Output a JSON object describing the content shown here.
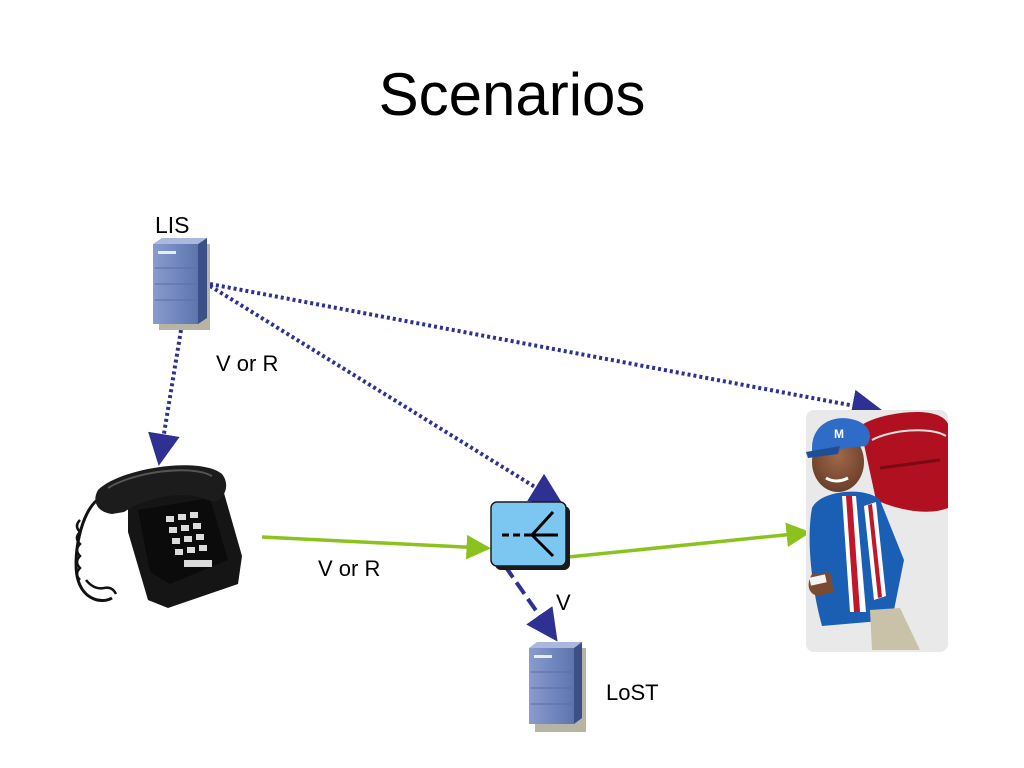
{
  "title": "Scenarios",
  "labels": {
    "lis": "LIS",
    "lis_to_phone": "V or R",
    "phone_to_router": "V or R",
    "router_to_lost": "V",
    "lost": "LoST"
  },
  "colors": {
    "dotted_arrow": "#2e3192",
    "green_arrow": "#8cc21e",
    "server_body": "#6f86bd",
    "router_fill": "#7cc6f2"
  },
  "icons": {
    "lis_server": "server-icon",
    "lost_server": "server-icon",
    "telephone": "telephone-icon",
    "router": "router-icon",
    "person": "delivery-person-icon"
  }
}
